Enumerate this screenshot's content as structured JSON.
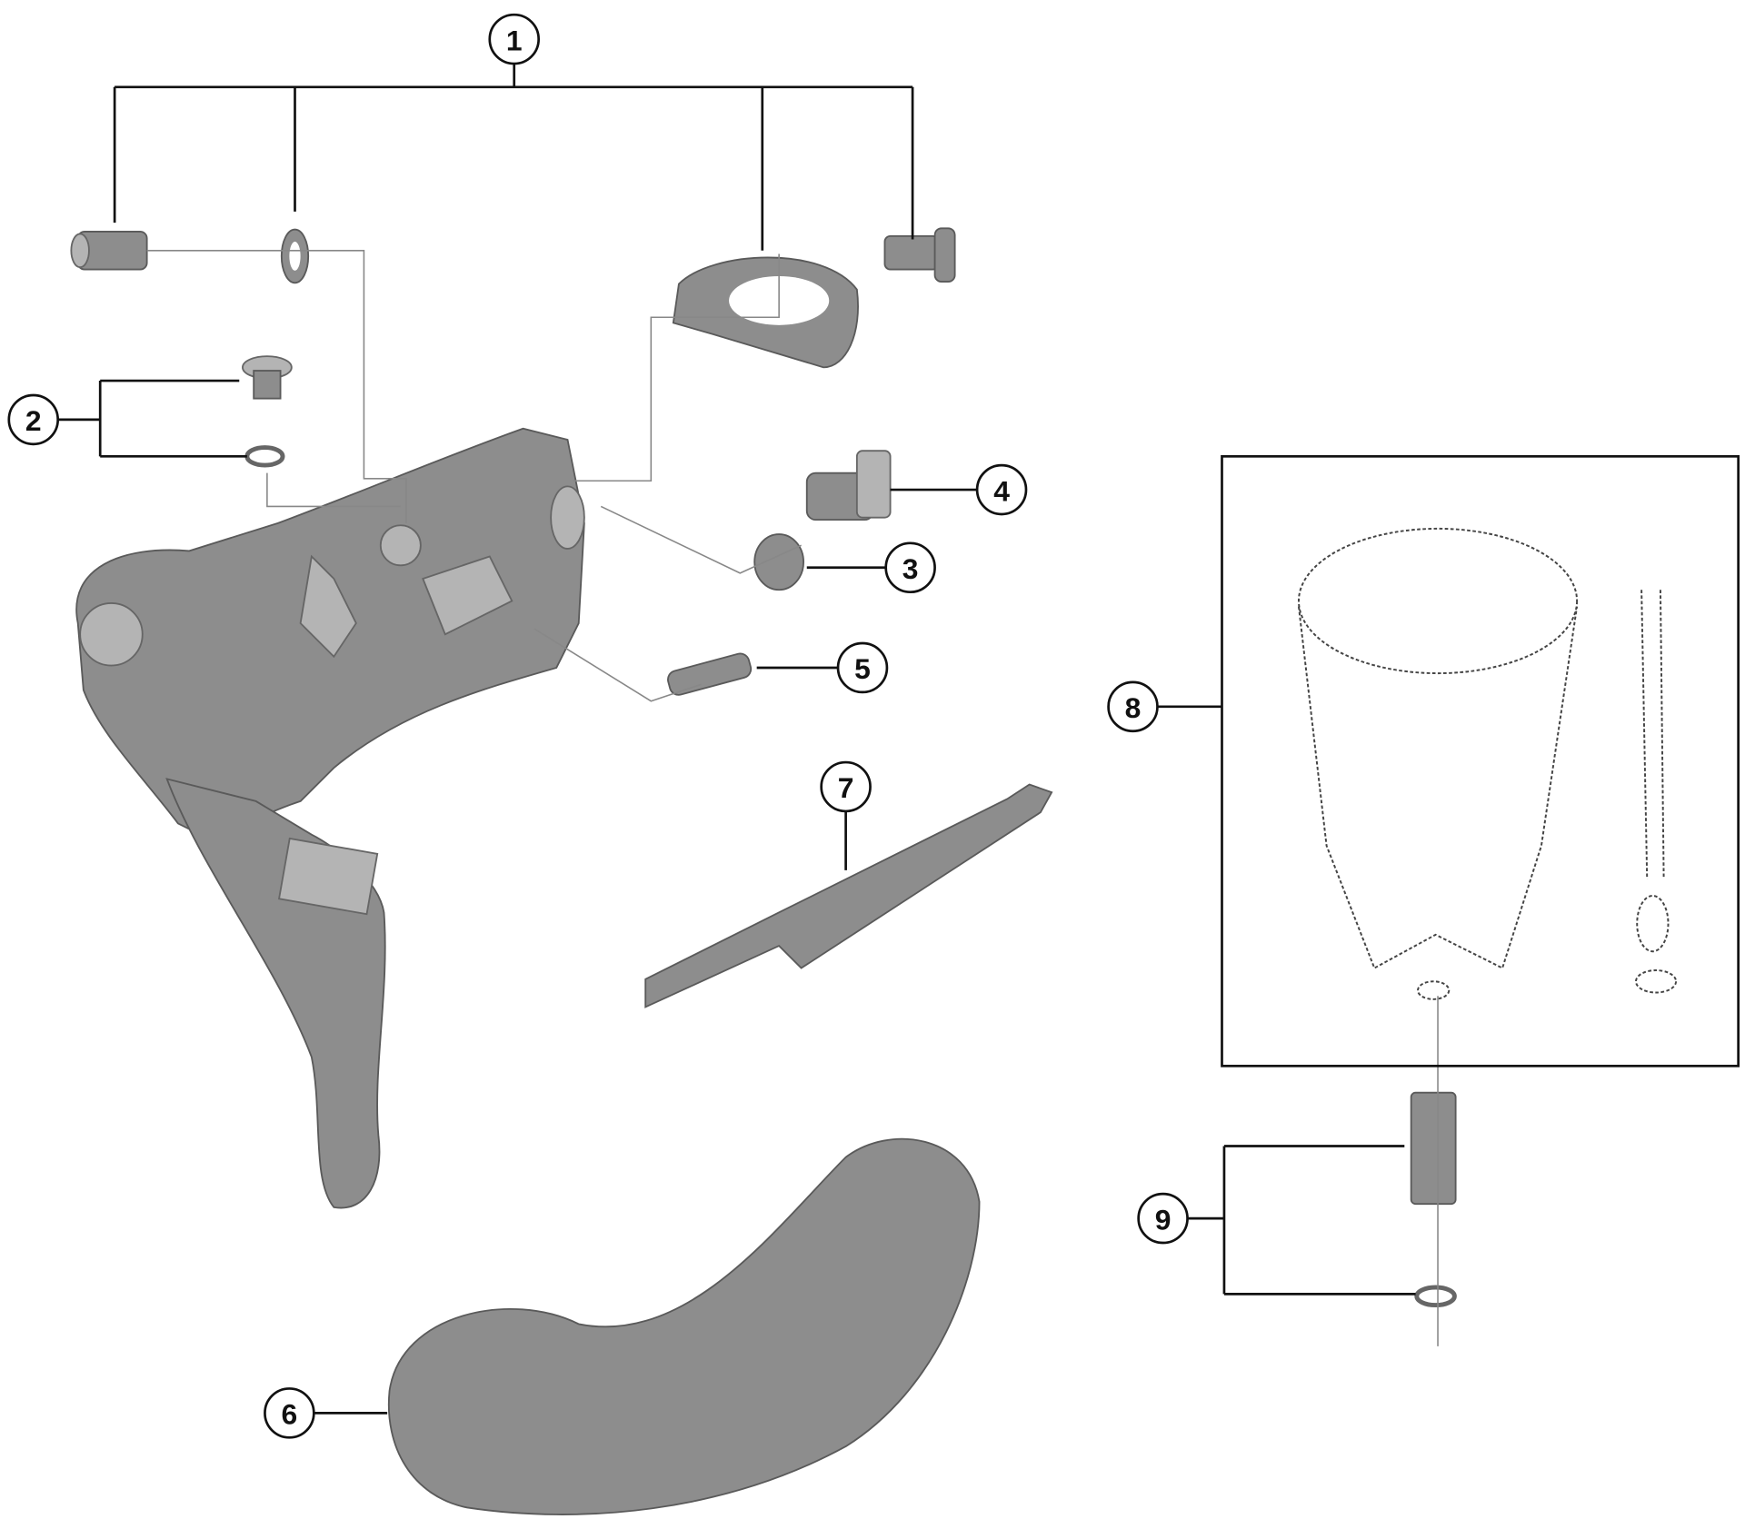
{
  "diagram": {
    "type": "exploded-parts-diagram",
    "callouts": [
      {
        "id": "1",
        "label": "1"
      },
      {
        "id": "2",
        "label": "2"
      },
      {
        "id": "3",
        "label": "3"
      },
      {
        "id": "4",
        "label": "4"
      },
      {
        "id": "5",
        "label": "5"
      },
      {
        "id": "6",
        "label": "6"
      },
      {
        "id": "7",
        "label": "7"
      },
      {
        "id": "8",
        "label": "8"
      },
      {
        "id": "9",
        "label": "9"
      }
    ],
    "colors": {
      "line": "#111111",
      "part": "#8d8d8d",
      "background": "#ffffff"
    }
  }
}
